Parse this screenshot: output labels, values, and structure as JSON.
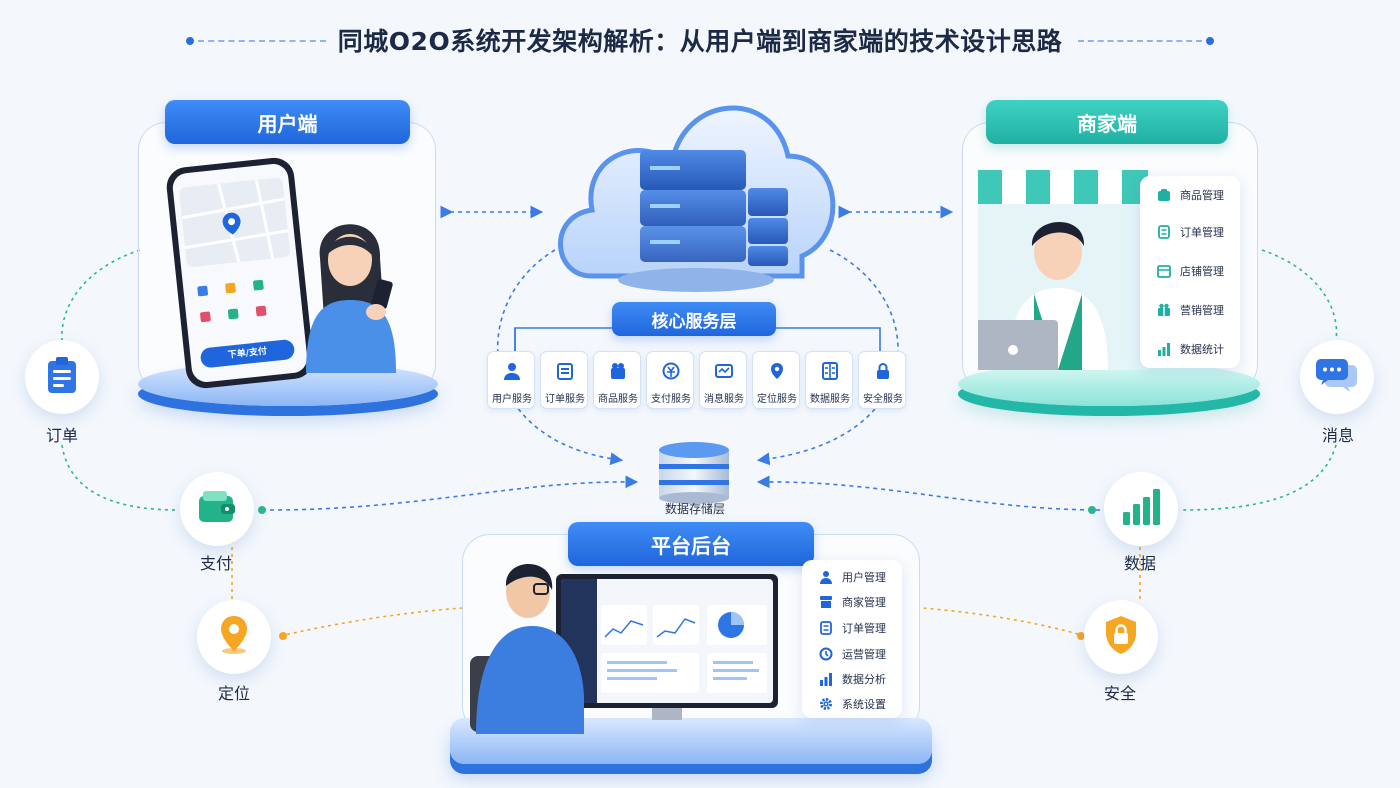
{
  "title": "同城O2O系统开发架构解析：从用户端到商家端的技术设计思路",
  "user_side": {
    "header": "用户端",
    "phone_button": "下单/支付"
  },
  "merchant_side": {
    "header": "商家端",
    "menu": [
      "商品管理",
      "订单管理",
      "店铺管理",
      "营销管理",
      "数据统计"
    ]
  },
  "core": {
    "label": "核心服务层",
    "services": [
      "用户服务",
      "订单服务",
      "商品服务",
      "支付服务",
      "消息服务",
      "定位服务",
      "数据服务",
      "安全服务"
    ]
  },
  "storage": {
    "label": "数据存储层"
  },
  "platform": {
    "header": "平台后台",
    "menu": [
      "用户管理",
      "商家管理",
      "订单管理",
      "运营管理",
      "数据分析",
      "系统设置"
    ]
  },
  "features": {
    "order": "订单",
    "pay": "支付",
    "location": "定位",
    "message": "消息",
    "data": "数据",
    "security": "安全"
  },
  "colors": {
    "blue": "#1f66dc",
    "teal": "#1fb0a3",
    "orange": "#f5a623",
    "green": "#22b38a"
  }
}
